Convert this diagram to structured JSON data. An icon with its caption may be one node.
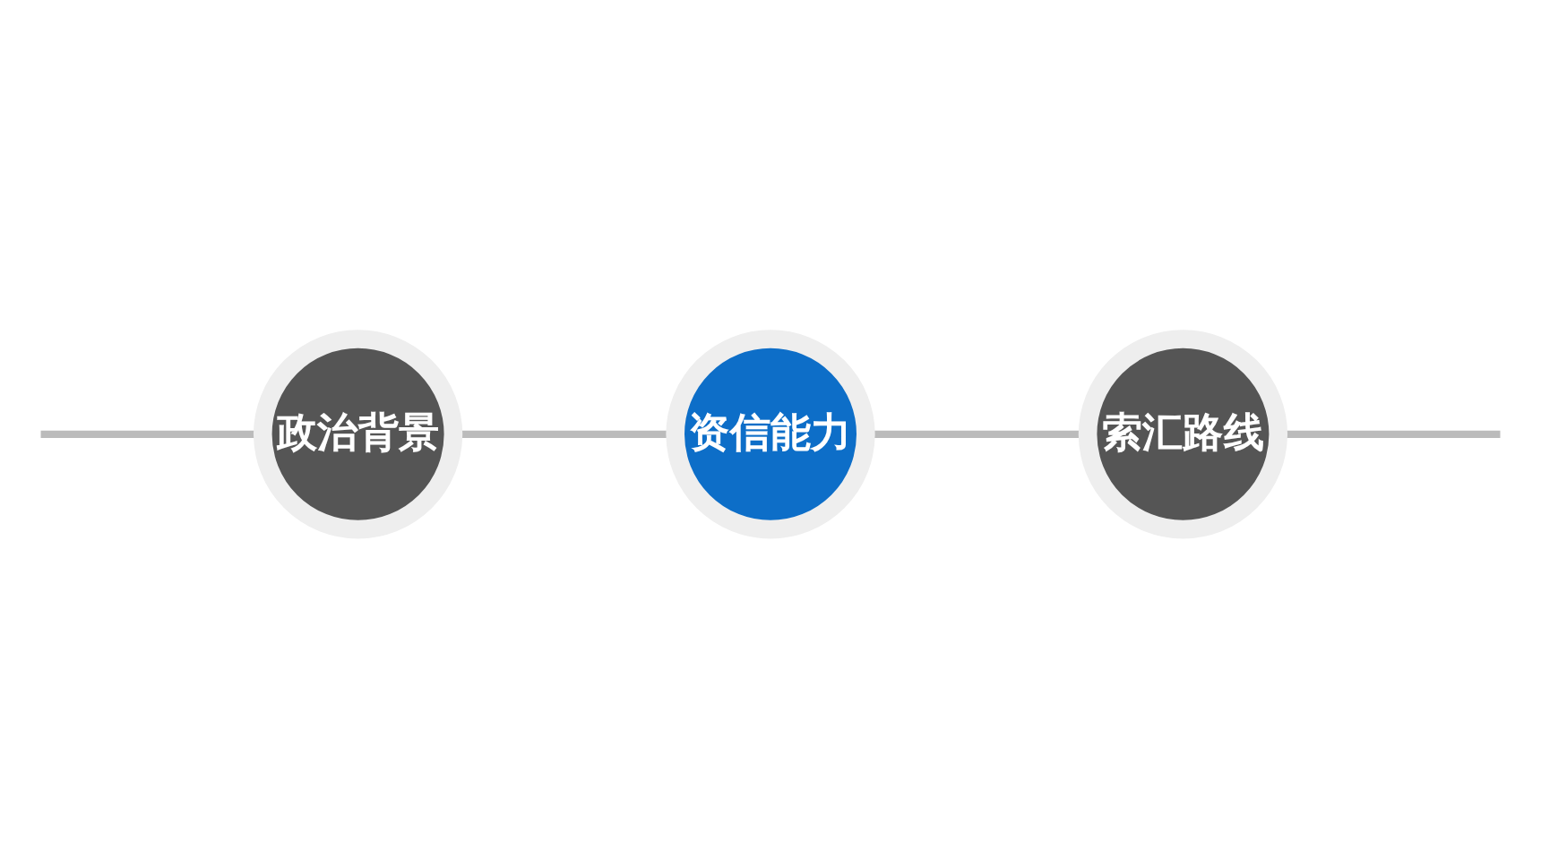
{
  "diagram": {
    "nodes": [
      {
        "text": [
          "政治背景"
        ]
      },
      {
        "text": [
          "资信能力"
        ]
      },
      {
        "text": [
          "索汇路线"
        ]
      }
    ],
    "edges": [
      {
        "from": null,
        "to": 0,
        "arrow": "none"
      },
      {
        "from": 0,
        "to": 1,
        "arrow": "none"
      },
      {
        "from": 1,
        "to": 2,
        "arrow": "none"
      },
      {
        "from": 2,
        "to": null,
        "arrow": "none"
      }
    ]
  }
}
